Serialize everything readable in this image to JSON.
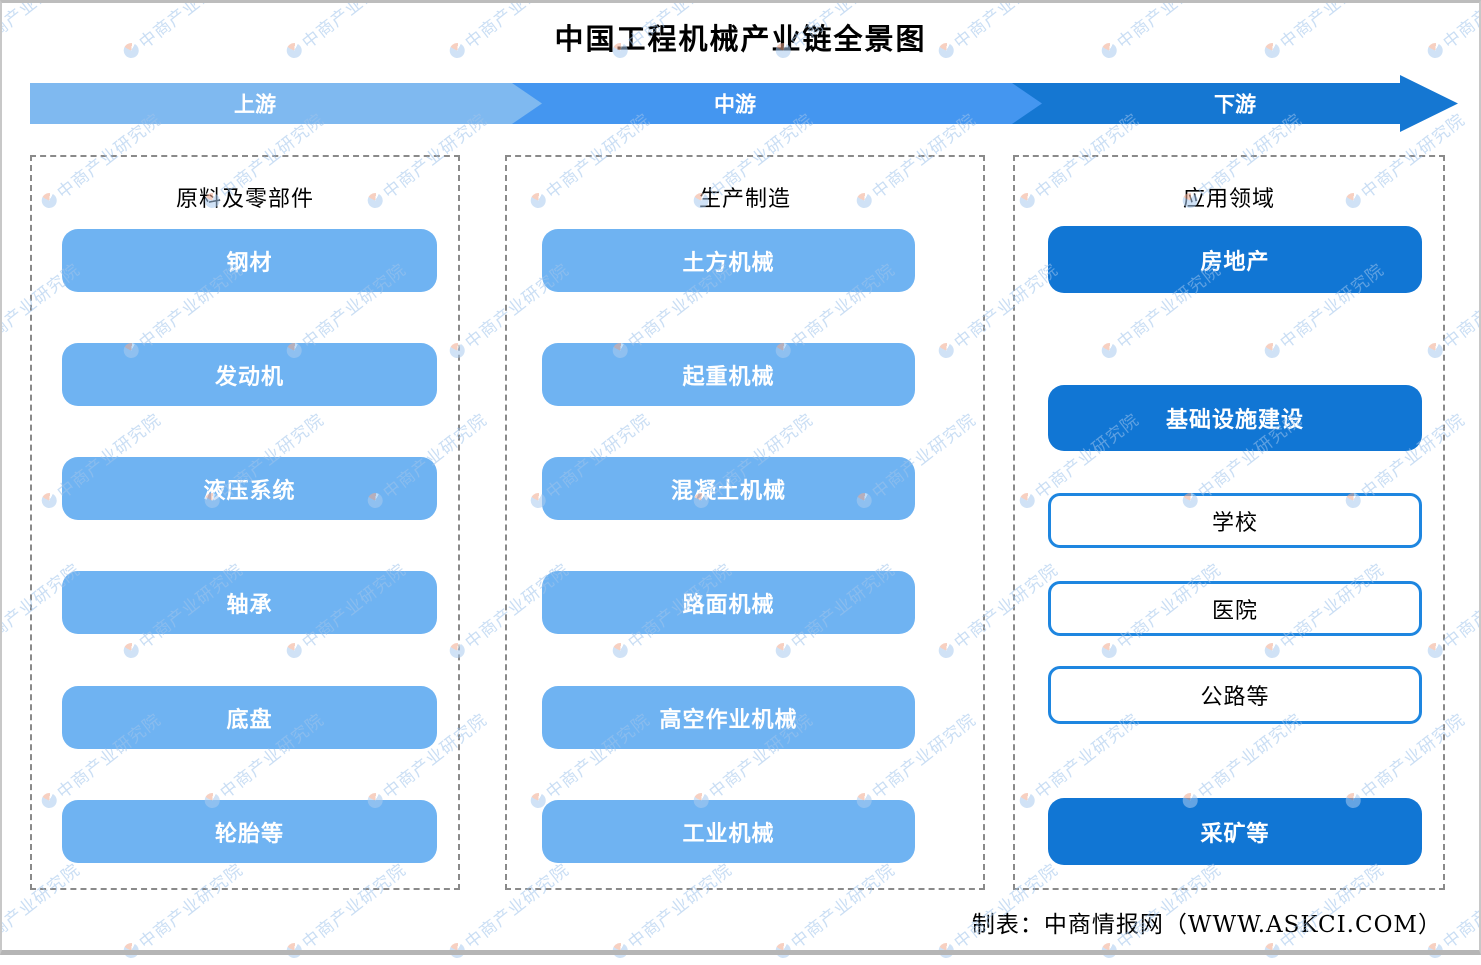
{
  "page": {
    "title": "中国工程机械产业链全景图",
    "footer": "制表：中商情报网（WWW.ASKCI.COM）",
    "watermark_text": "中商产业研究院"
  },
  "flow": {
    "stages": [
      {
        "label": "上游",
        "color": "#7fb9f0"
      },
      {
        "label": "中游",
        "color": "#4496f0"
      },
      {
        "label": "下游",
        "color": "#1577d2"
      }
    ]
  },
  "columns": [
    {
      "header": "原料及零部件",
      "items": [
        {
          "label": "钢材",
          "style": "light"
        },
        {
          "label": "发动机",
          "style": "light"
        },
        {
          "label": "液压系统",
          "style": "light"
        },
        {
          "label": "轴承",
          "style": "light"
        },
        {
          "label": "底盘",
          "style": "light"
        },
        {
          "label": "轮胎等",
          "style": "light"
        }
      ]
    },
    {
      "header": "生产制造",
      "items": [
        {
          "label": "土方机械",
          "style": "light"
        },
        {
          "label": "起重机械",
          "style": "light"
        },
        {
          "label": "混凝土机械",
          "style": "light"
        },
        {
          "label": "路面机械",
          "style": "light"
        },
        {
          "label": "高空作业机械",
          "style": "light"
        },
        {
          "label": "工业机械",
          "style": "light"
        }
      ]
    },
    {
      "header": "应用领域",
      "items": [
        {
          "label": "房地产",
          "style": "dark"
        },
        {
          "label": "基础设施建设",
          "style": "dark"
        },
        {
          "label": "学校",
          "style": "outline"
        },
        {
          "label": "医院",
          "style": "outline"
        },
        {
          "label": "公路等",
          "style": "outline"
        },
        {
          "label": "采矿等",
          "style": "dark"
        }
      ]
    }
  ],
  "colors": {
    "stage_upstream": "#7fb9f0",
    "stage_midstream": "#4496f0",
    "stage_downstream": "#1577d2",
    "node_light": "#6fb3f2",
    "node_dark": "#1176d4",
    "node_outline_border": "#1e86e0",
    "panel_dash": "#8a8a8a",
    "watermark": "#9fc4ec"
  }
}
